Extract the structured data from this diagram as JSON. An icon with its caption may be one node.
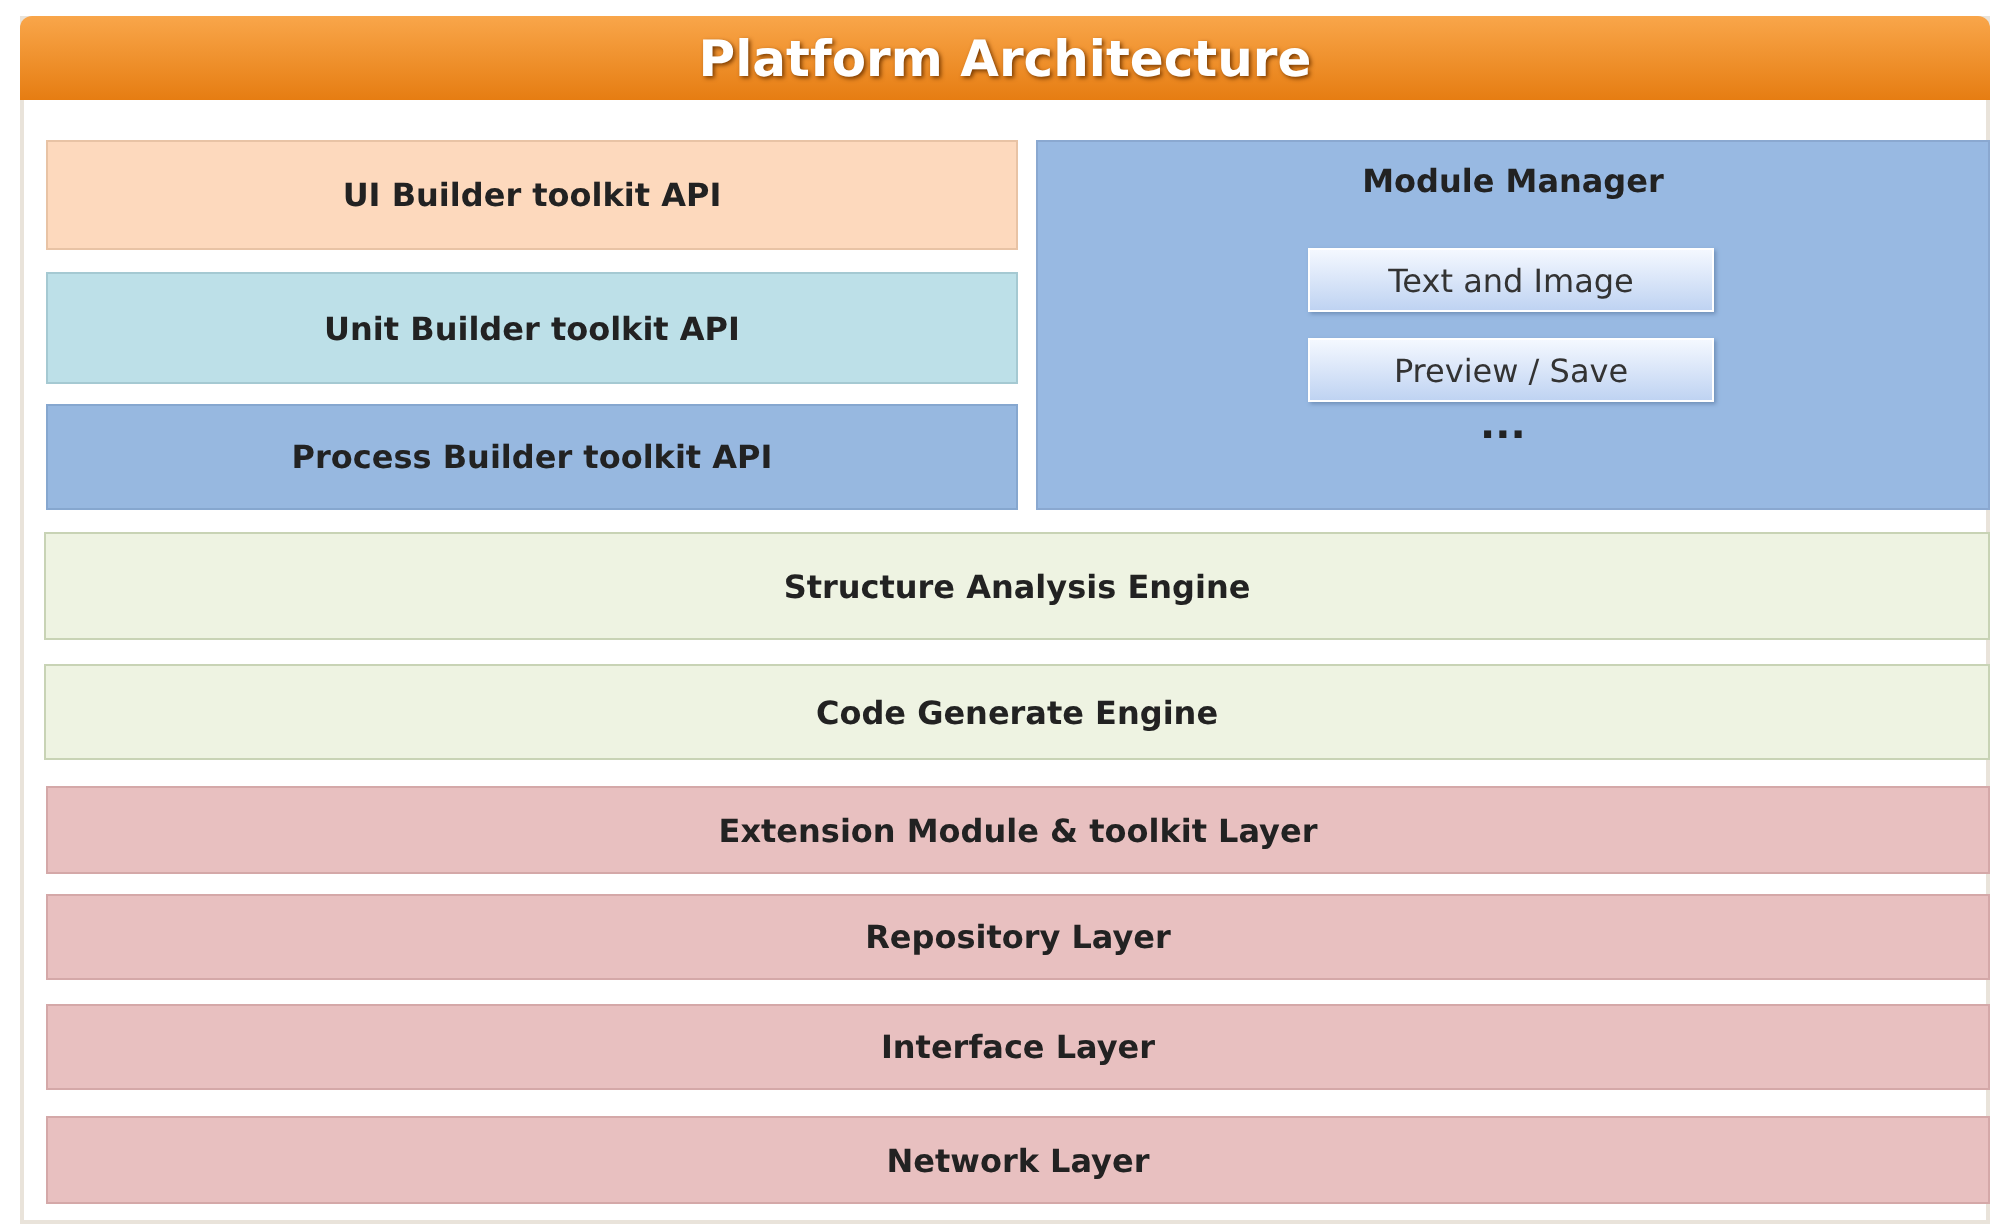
{
  "diagram": {
    "nodes": [
      {
        "text": [
          "Platform Architecture"
        ]
      },
      {
        "text": [
          "UI Builder toolkit API"
        ],
        "in": 0
      },
      {
        "text": [
          "Module Manager"
        ],
        "in": 0
      },
      {
        "text": [
          "Text and Image"
        ],
        "in": 2
      },
      {
        "text": [
          "Preview / Save"
        ],
        "in": 2
      },
      {
        "text": [
          "Unit Builder toolkit API"
        ],
        "in": 0
      },
      {
        "text": [
          "Process Builder toolkit API"
        ],
        "in": 0
      },
      {
        "text": [
          "Structure Analysis Engine"
        ],
        "in": 0
      },
      {
        "text": [
          "Code Generate Engine"
        ],
        "in": 0
      },
      {
        "text": [
          "Extension Module & toolkit Layer"
        ],
        "in": 0
      },
      {
        "text": [
          "Repository Layer"
        ],
        "in": 0
      },
      {
        "text": [
          "Interface Layer"
        ],
        "in": 0
      },
      {
        "text": [
          "Network Layer"
        ],
        "in": 0
      }
    ],
    "edges": [],
    "labels": [
      "..."
    ]
  }
}
